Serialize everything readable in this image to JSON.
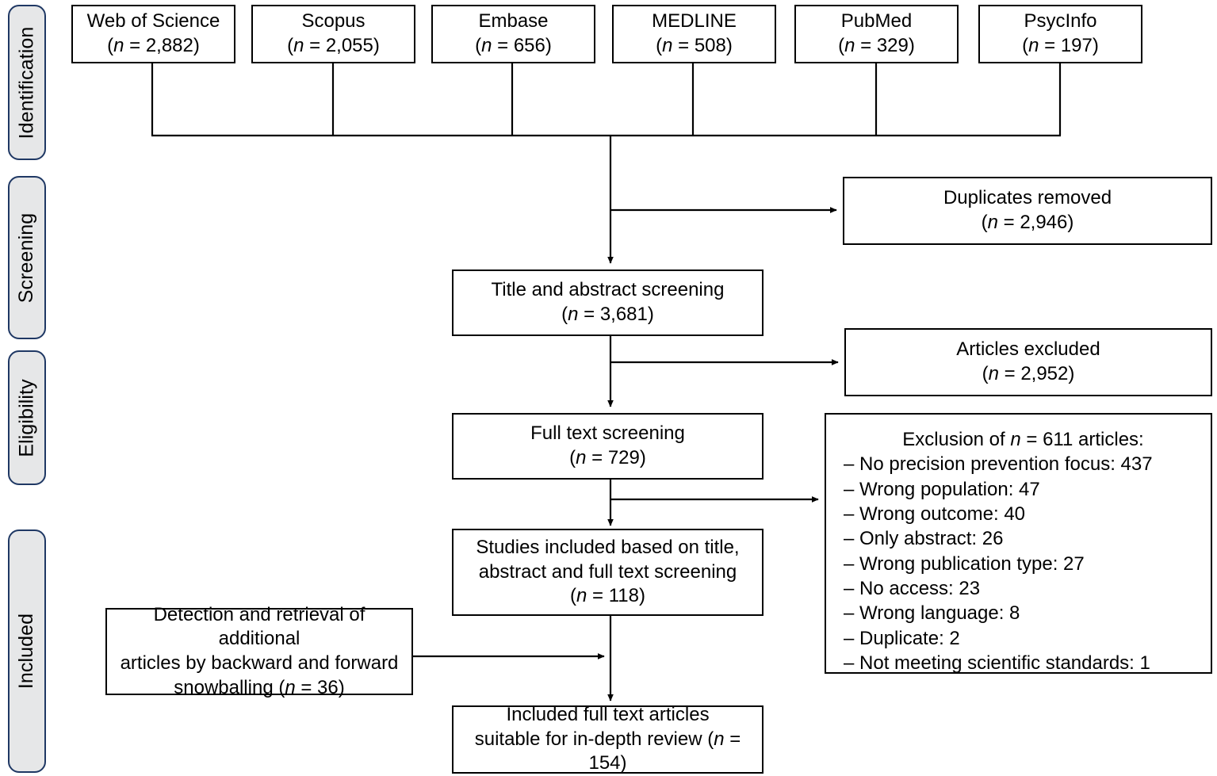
{
  "figure": {
    "type": "prisma-flow-diagram",
    "stages": [
      {
        "id": "identification",
        "label": "Identification"
      },
      {
        "id": "screening",
        "label": "Screening"
      },
      {
        "id": "eligibility",
        "label": "Eligibility"
      },
      {
        "id": "included",
        "label": "Included"
      }
    ],
    "sources": [
      {
        "name": "Web of Science",
        "count": "2,882",
        "count_line": "(n = 2,882)"
      },
      {
        "name": "Scopus",
        "count": "2,055",
        "count_line": "(n = 2,055)"
      },
      {
        "name": "Embase",
        "count": "656",
        "count_line": "(n = 656)"
      },
      {
        "name": "MEDLINE",
        "count": "508",
        "count_line": "(n = 508)"
      },
      {
        "name": "PubMed",
        "count": "329",
        "count_line": "(n = 329)"
      },
      {
        "name": "PsycInfo",
        "count": "197",
        "count_line": "(n = 197)"
      }
    ],
    "duplicates_removed": {
      "title": "Duplicates removed",
      "count": "2,946",
      "count_line": "(n = 2,946)"
    },
    "title_abstract_screening": {
      "title": "Title and abstract screening",
      "count": "3,681",
      "count_line": "(n = 3,681)"
    },
    "articles_excluded": {
      "title": "Articles excluded",
      "count": "2,952",
      "count_line": "(n = 2,952)"
    },
    "full_text_screening": {
      "title": "Full text screening",
      "count": "729",
      "count_line": "(n = 729)"
    },
    "exclusion_details": {
      "title_prefix": "Exclusion of ",
      "title_n": "n",
      "title_suffix": " = 611 articles:",
      "total": "611",
      "items": [
        "– No precision prevention focus: 437",
        "– Wrong population: 47",
        "– Wrong outcome: 40",
        "– Only abstract: 26",
        "– Wrong publication type: 27",
        "– No access: 23",
        "– Wrong language: 8",
        "– Duplicate: 2",
        "– Not meeting scientific standards: 1"
      ]
    },
    "studies_included": {
      "line1": "Studies included based on title,",
      "line2": "abstract and full text screening",
      "count": "118",
      "count_line": "(n = 118)"
    },
    "snowballing": {
      "line1": "Detection and retrieval of additional",
      "line2": "articles by backward and forward",
      "line3_prefix": "snowballing (",
      "line3_n": "n",
      "line3_suffix": " = 36)",
      "count": "36"
    },
    "final_included": {
      "line1": "Included full text articles",
      "line2_prefix": "suitable for in-depth review (",
      "line2_n": "n",
      "line2_suffix": " = 154)",
      "count": "154"
    },
    "colors": {
      "stage_fill": "#e6e7e8",
      "stage_border": "#1f3864",
      "box_border": "#000000",
      "line": "#000000",
      "background": "#ffffff"
    }
  }
}
